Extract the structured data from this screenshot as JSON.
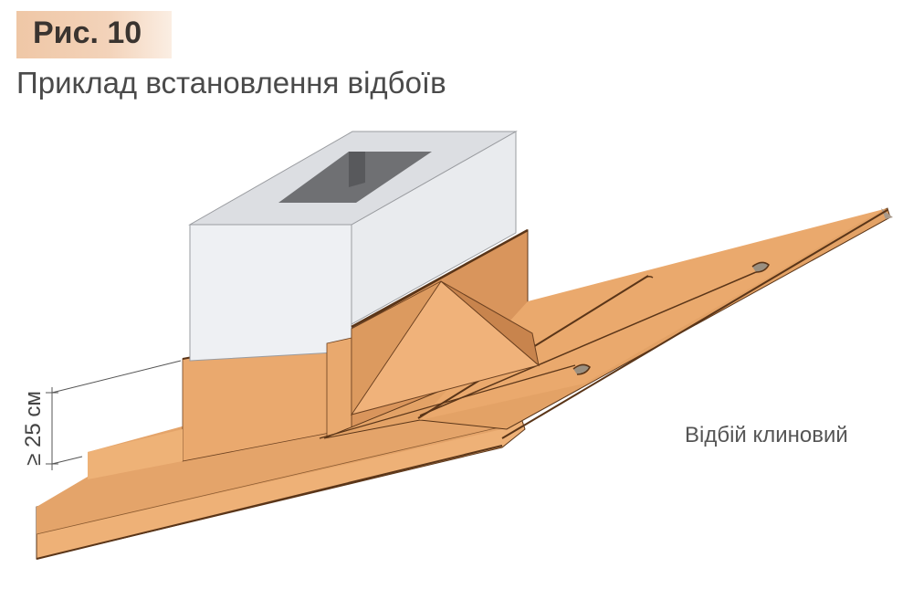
{
  "figure": {
    "label": "Рис. 10",
    "title": "Приклад встановлення відбоїв"
  },
  "annotations": {
    "dimension": "≥ 25 см",
    "callout": "Відбій клиновий"
  },
  "drawing": {
    "objects": [
      "chimney",
      "roof-flashing",
      "wedge-deflector",
      "roof-sheets",
      "seam-folds"
    ],
    "colors": {
      "copper_light": "#f0b074",
      "copper_mid": "#e2a066",
      "copper_dark": "#c8844d",
      "edge": "#5a3518",
      "chimney_face": "#eef0f3",
      "chimney_top": "#dcdee2",
      "flue": "#6f7073",
      "badge": "#efc7a6"
    }
  }
}
